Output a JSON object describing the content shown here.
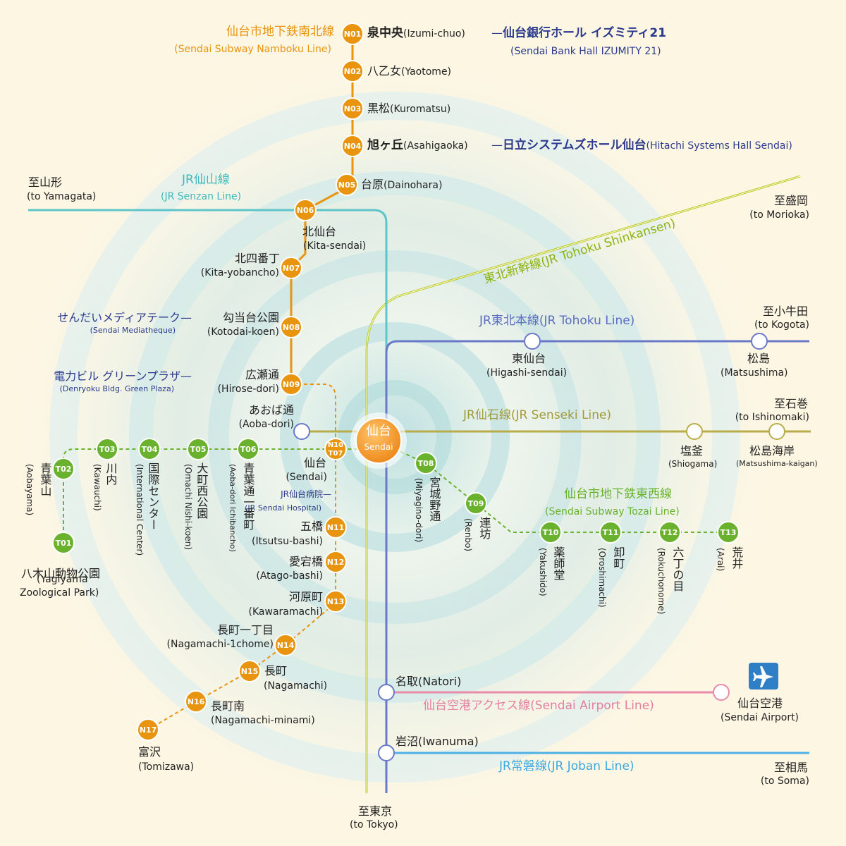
{
  "lines": {
    "namboku": {
      "ja": "仙台市地下鉄南北線",
      "en": "(Sendai Subway Namboku Line)",
      "color": "#e8940f"
    },
    "tozai": {
      "ja": "仙台市地下鉄東西線",
      "en": "(Sendai Subway Tozai Line)",
      "color": "#6ab22e"
    },
    "senzan": {
      "ja": "JR仙山線",
      "en": "(JR Senzan Line)",
      "color": "#5ec5c8"
    },
    "shinkansen": {
      "label": "東北新幹線(JR Tohoku Shinkansen)",
      "color": "#b8cc1e"
    },
    "tohoku": {
      "label": "JR東北本線(JR Tohoku Line)",
      "color": "#6a78c8"
    },
    "senseki": {
      "label": "JR仙石線(JR Senseki Line)",
      "color": "#b8ad4a"
    },
    "airport": {
      "label": "仙台空港アクセス線(Sendai Airport Line)",
      "color": "#e88aa8"
    },
    "joban": {
      "label": "JR常磐線(JR Joban Line)",
      "color": "#4fb0e6"
    }
  },
  "destinations": {
    "yamagata": {
      "ja": "至山形",
      "en": "(to Yamagata)"
    },
    "morioka": {
      "ja": "至盛岡",
      "en": "(to Morioka)"
    },
    "kogota": {
      "ja": "至小牛田",
      "en": "(to Kogota)"
    },
    "ishinomaki": {
      "ja": "至石巻",
      "en": "(to Ishinomaki)"
    },
    "tokyo": {
      "ja": "至東京",
      "en": "(to Tokyo)"
    },
    "soma": {
      "ja": "至相馬",
      "en": "(to Soma)"
    }
  },
  "namboku_stations": [
    {
      "code": "N01",
      "ja": "泉中央",
      "en": "(Izumi-chuo)"
    },
    {
      "code": "N02",
      "ja": "八乙女",
      "en": "(Yaotome)"
    },
    {
      "code": "N03",
      "ja": "黒松",
      "en": "(Kuromatsu)"
    },
    {
      "code": "N04",
      "ja": "旭ヶ丘",
      "en": "(Asahigaoka)"
    },
    {
      "code": "N05",
      "ja": "台原",
      "en": "(Dainohara)"
    },
    {
      "code": "N06",
      "ja": "北仙台",
      "en": "(Kita-sendai)"
    },
    {
      "code": "N07",
      "ja": "北四番丁",
      "en": "(Kita-yobancho)"
    },
    {
      "code": "N08",
      "ja": "勾当台公園",
      "en": "(Kotodai-koen)"
    },
    {
      "code": "N09",
      "ja": "広瀬通",
      "en": "(Hirose-dori)"
    },
    {
      "code": "N11",
      "ja": "五橋",
      "en": "(Itsutsu-bashi)"
    },
    {
      "code": "N12",
      "ja": "愛宕橋",
      "en": "(Atago-bashi)"
    },
    {
      "code": "N13",
      "ja": "河原町",
      "en": "(Kawaramachi)"
    },
    {
      "code": "N14",
      "ja": "長町一丁目",
      "en": "(Nagamachi-1chome)"
    },
    {
      "code": "N15",
      "ja": "長町",
      "en": "(Nagamachi)"
    },
    {
      "code": "N16",
      "ja": "長町南",
      "en": "(Nagamachi-minami)"
    },
    {
      "code": "N17",
      "ja": "富沢",
      "en": "(Tomizawa)"
    }
  ],
  "tozai_stations": [
    {
      "code": "T01",
      "ja": "八木山動物公園",
      "en1": "(Yagiyama",
      "en2": "Zoological Park)"
    },
    {
      "code": "T02",
      "ja": "青葉山",
      "en": "(Aobayama)"
    },
    {
      "code": "T03",
      "ja": "川内",
      "en": "(Kawauchi)"
    },
    {
      "code": "T04",
      "ja": "国際センター",
      "en": "(International Center)"
    },
    {
      "code": "T05",
      "ja": "大町西公園",
      "en": "(Omachi Nishi-koen)"
    },
    {
      "code": "T06",
      "ja": "青葉通一番町",
      "en": "(Aoba-dori Ichibancho)"
    },
    {
      "code": "T08",
      "ja": "宮城野通",
      "en": "(Miyagino-dori)"
    },
    {
      "code": "T09",
      "ja": "連坊",
      "en": "(Renbo)"
    },
    {
      "code": "T10",
      "ja": "薬師堂",
      "en": "(Yakushido)"
    },
    {
      "code": "T11",
      "ja": "卸町",
      "en": "(Oroshimachi)"
    },
    {
      "code": "T12",
      "ja": "六丁の目",
      "en": "(Rokuchonome)"
    },
    {
      "code": "T13",
      "ja": "荒井",
      "en": "(Arai)"
    }
  ],
  "transfer": {
    "code1": "N10",
    "code2": "T07",
    "ja": "仙台",
    "en": "(Sendai)",
    "hub_ja": "仙台",
    "hub_en": "Sendai"
  },
  "jr_stations": {
    "higashi_sendai": {
      "ja": "東仙台",
      "en": "(Higashi-sendai)"
    },
    "matsushima": {
      "ja": "松島",
      "en": "(Matsushima)"
    },
    "aoba_dori": {
      "ja": "あおば通",
      "en": "(Aoba-dori)"
    },
    "shiogama": {
      "ja": "塩釜",
      "en": "(Shiogama)"
    },
    "matsushima_kaigan": {
      "ja": "松島海岸",
      "en": "(Matsushima-kaigan)"
    },
    "natori": {
      "label": "名取(Natori)"
    },
    "iwanuma": {
      "label": "岩沼(Iwanuma)"
    },
    "sendai_airport": {
      "ja": "仙台空港",
      "en": "(Sendai Airport)"
    }
  },
  "landmarks": {
    "bank_hall": {
      "ja": "仙台銀行ホール イズミティ21",
      "en": "(Sendai Bank Hall IZUMITY 21)"
    },
    "hitachi_hall": {
      "ja": "日立システムズホール仙台",
      "en": "(Hitachi Systems Hall Sendai)"
    },
    "mediatheque": {
      "ja": "せんだいメディアテーク",
      "en": "(Sendai Mediatheque)"
    },
    "denryoku": {
      "ja": "電力ビル グリーンプラザ",
      "en": "(Denryoku Bldg. Green Plaza)"
    },
    "hospital": {
      "ja": "JR仙台病院",
      "en": "(JR Sendai Hospital)"
    }
  },
  "icons": {
    "airport": "airplane-icon"
  }
}
